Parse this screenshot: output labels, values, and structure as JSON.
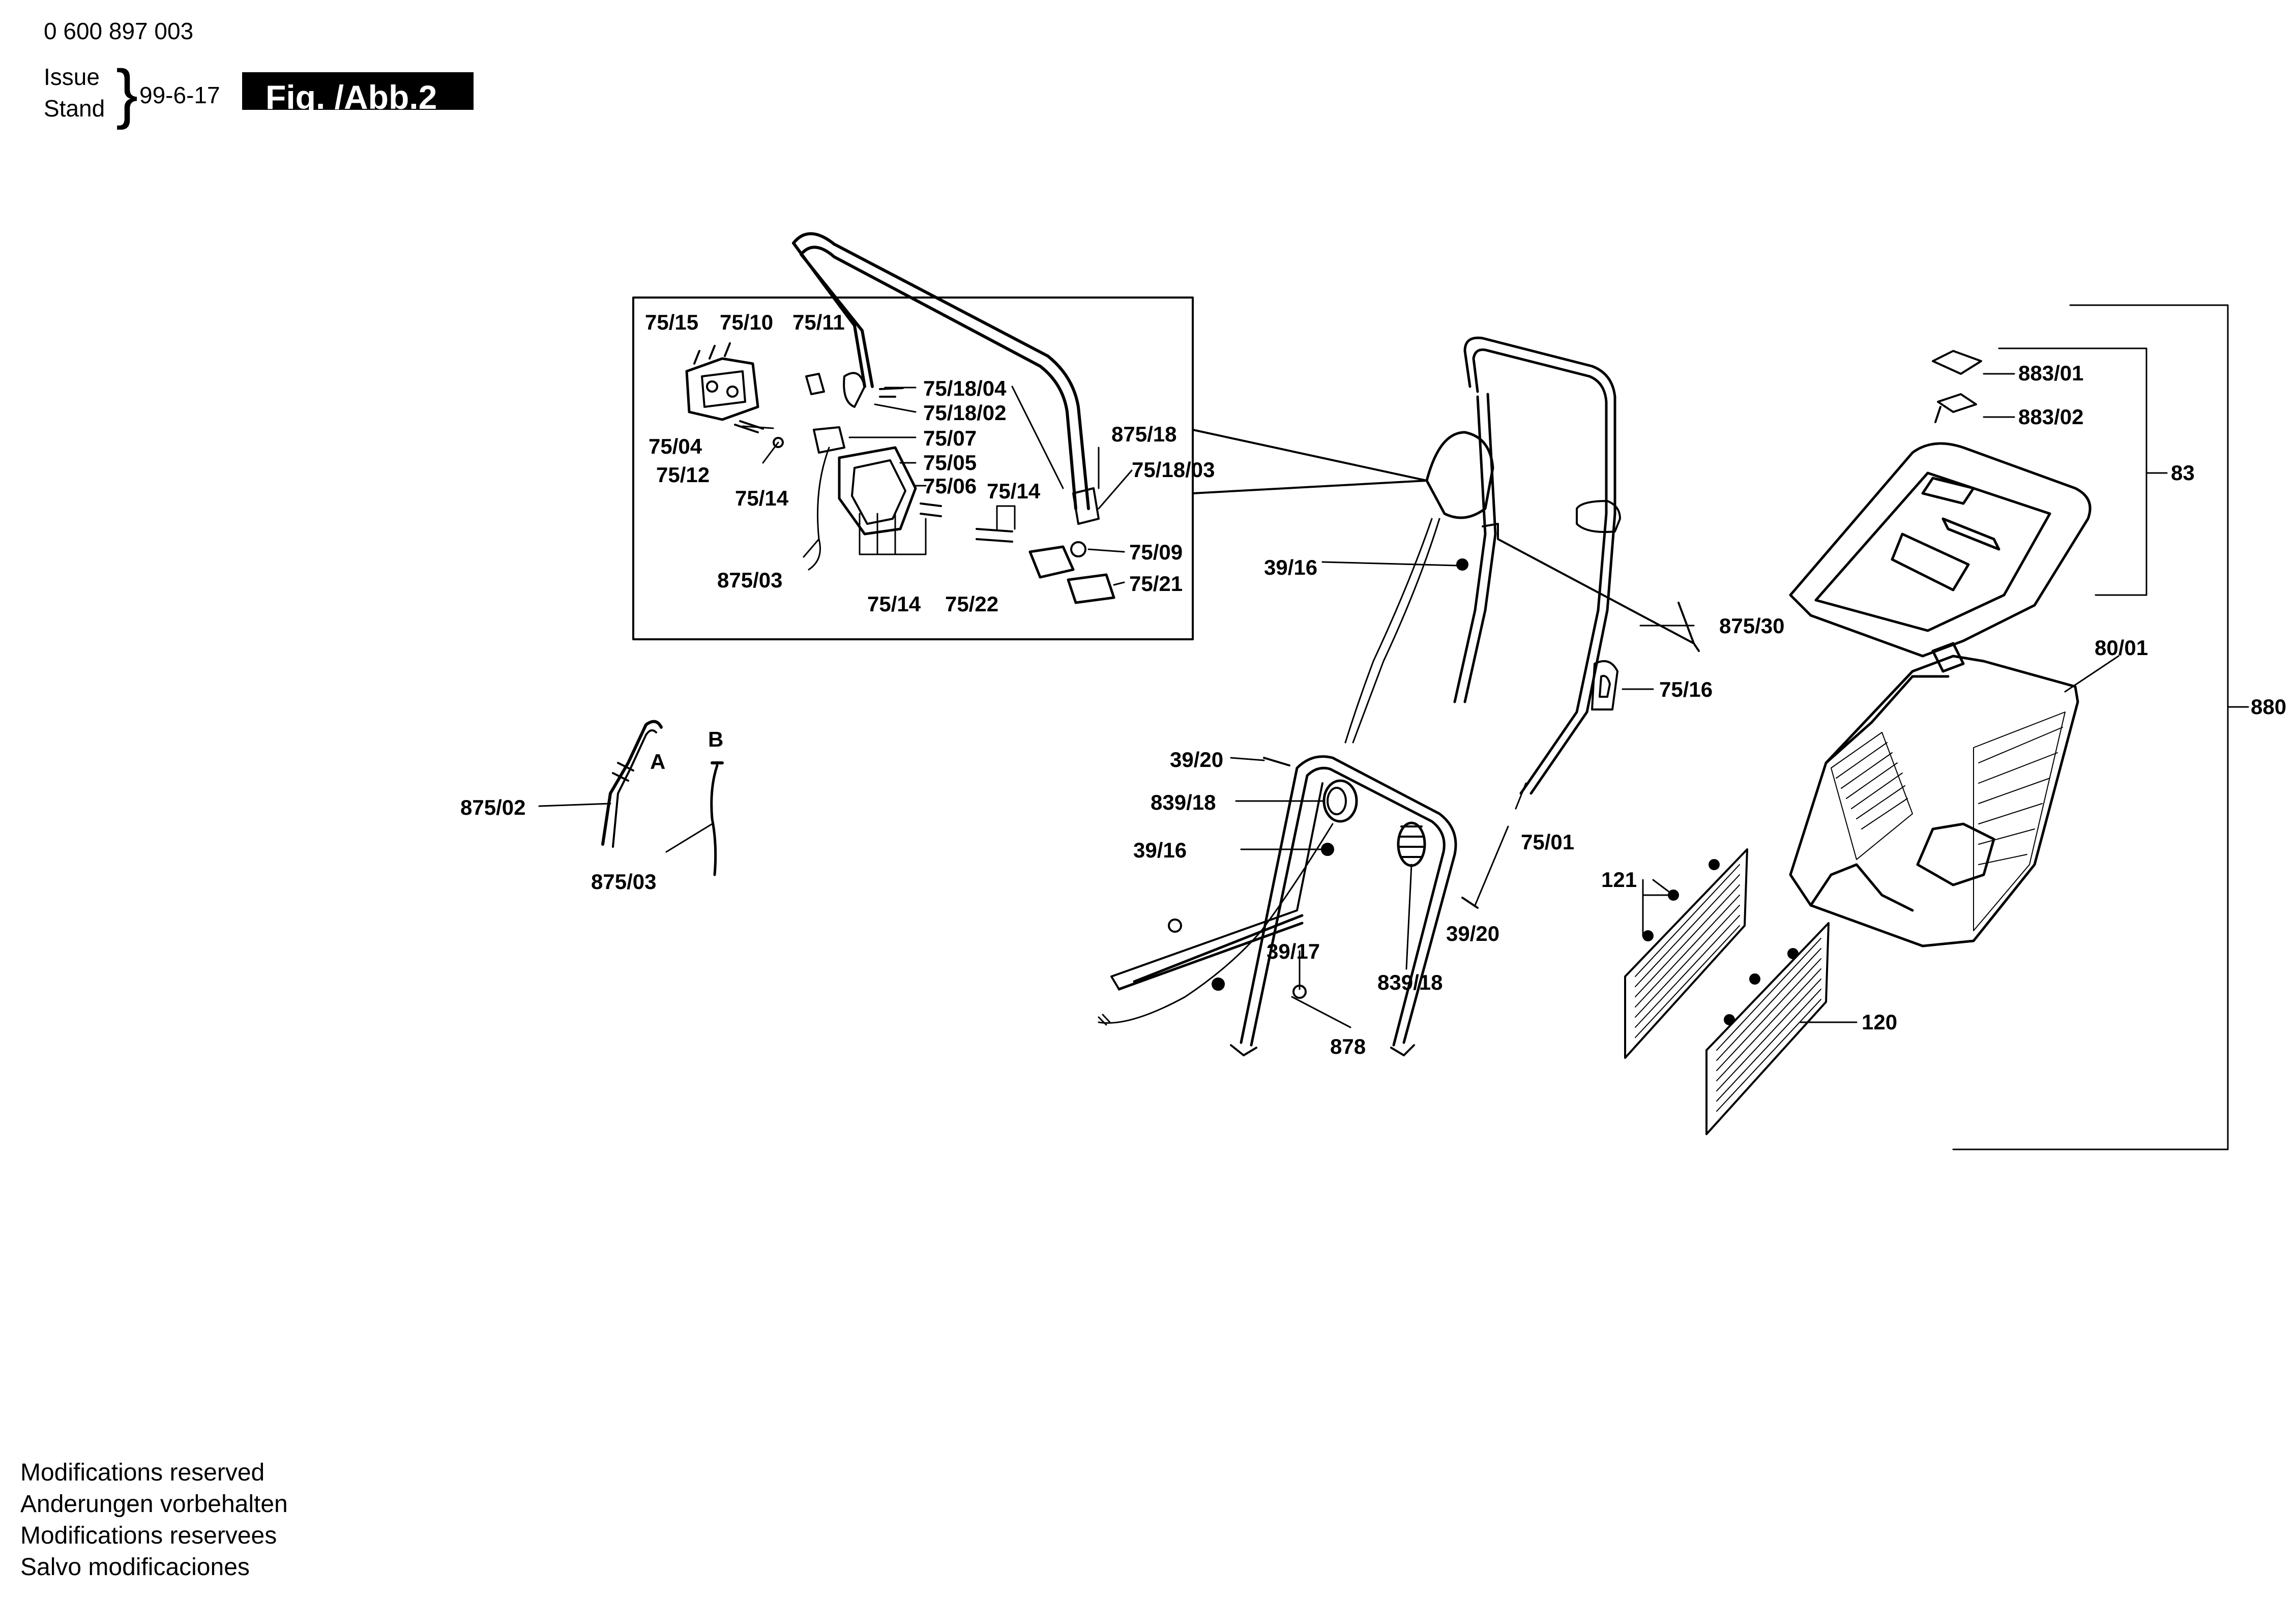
{
  "header": {
    "document_number": "0 600 897 003",
    "issue_label": "Issue",
    "stand_label": "Stand",
    "date": "99-6-17",
    "figure_title": "Fig. /Abb.2"
  },
  "footer": {
    "lines": [
      "Modifications reserved",
      "Anderungen vorbehalten",
      "Modifications reservees",
      "Salvo modificaciones"
    ]
  },
  "parts": {
    "p75_15": "75/15",
    "p75_10": "75/10",
    "p75_11": "75/11",
    "p75_18_04": "75/18/04",
    "p75_18_02": "75/18/02",
    "p75_07": "75/07",
    "p75_05": "75/05",
    "p75_06": "75/06",
    "p75_04": "75/04",
    "p75_12": "75/12",
    "p75_14_a": "75/14",
    "p75_14_b": "75/14",
    "p75_14_c": "75/14",
    "p875_18": "875/18",
    "p75_18_03": "75/18/03",
    "p75_09": "75/09",
    "p75_21": "75/21",
    "p75_22": "75/22",
    "p875_03_inset": "875/03",
    "p39_16_a": "39/16",
    "p875_30": "875/30",
    "p75_16": "75/16",
    "p39_20_a": "39/20",
    "p839_18_a": "839/18",
    "p39_16_b": "39/16",
    "p75_01": "75/01",
    "p39_20_b": "39/20",
    "p39_17": "39/17",
    "p839_18_b": "839/18",
    "p878": "878",
    "p875_02": "875/02",
    "p875_03": "875/03",
    "pA": "A",
    "pB": "B",
    "p883_01": "883/01",
    "p883_02": "883/02",
    "p83": "83",
    "p80_01": "80/01",
    "p880": "880",
    "p121": "121",
    "p120": "120"
  }
}
